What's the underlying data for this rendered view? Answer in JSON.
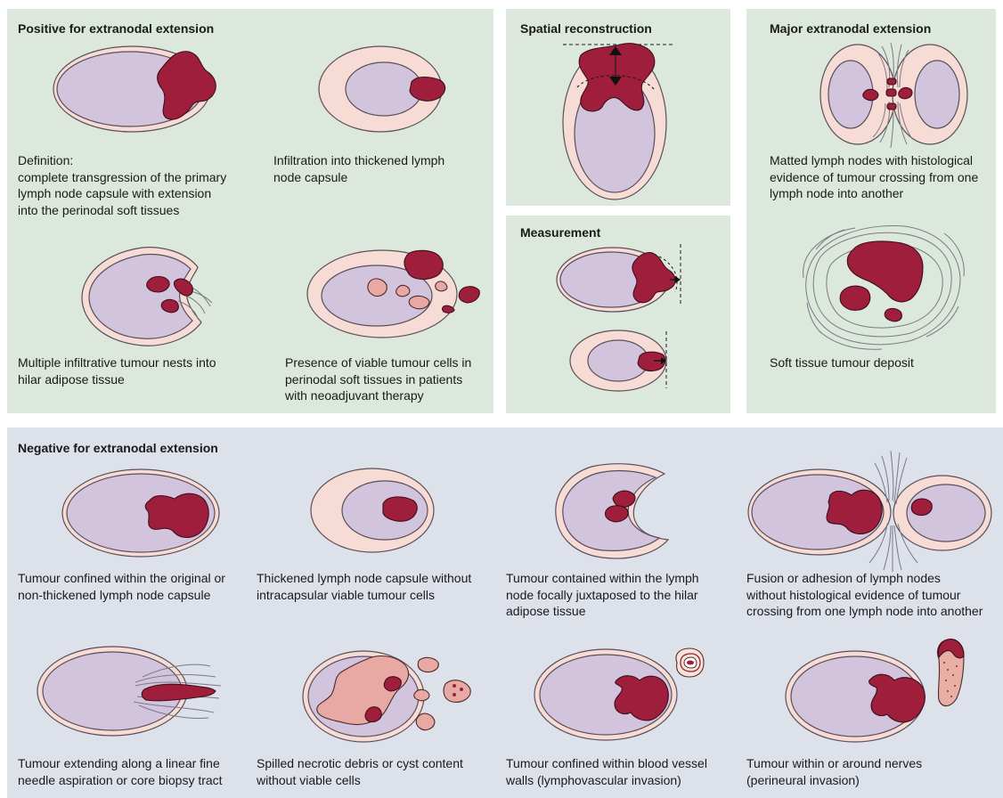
{
  "positive": {
    "title": "Positive for extranodal extension",
    "captions": [
      "Definition:\ncomplete transgression of the primary\nlymph node capsule with  extension\ninto the perinodal soft tissues",
      "Infiltration into thickened lymph\nnode capsule",
      "Multiple infiltrative tumour nests into\nhilar adipose tissue",
      "Presence of viable tumour cells in\nperinodal soft tissues in patients\nwith neoadjuvant therapy"
    ]
  },
  "spatial": {
    "title": "Spatial reconstruction"
  },
  "measurement": {
    "title": "Measurement"
  },
  "major": {
    "title": "Major extranodal extension",
    "captions": [
      "Matted lymph nodes with histological\nevidence of tumour crossing from one\nlymph node into another",
      "Soft tissue tumour deposit"
    ]
  },
  "negative": {
    "title": "Negative for extranodal extension",
    "captions": [
      "Tumour confined within the original or\nnon-thickened lymph node capsule",
      "Thickened lymph node capsule without\nintracapsular viable tumour cells",
      "Tumour contained within the lymph\nnode focally juxtaposed to the hilar\nadipose tissue",
      "Fusion or adhesion of lymph nodes\nwithout histological evidence of tumour\ncrossing from one lymph node into another",
      "Tumour extending along a linear fine\nneedle aspiration or core biopsy tract",
      "Spilled necrotic debris or cyst content\nwithout viable cells",
      "Tumour confined within blood vessel\nwalls (lymphovascular invasion)",
      "Tumour within or around nerves\n(perineural invasion)"
    ]
  },
  "colors": {
    "positive_bg": "#dce8dc",
    "negative_bg": "#dde1ea",
    "capsule": "#f7dcd6",
    "node": "#d2c4dc",
    "tumour": "#9e1e3c",
    "necrotic": "#e8a8a4"
  }
}
